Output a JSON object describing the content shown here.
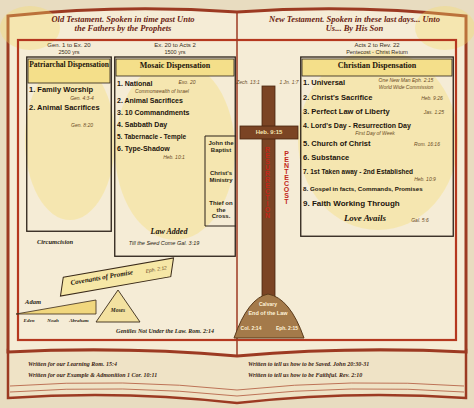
{
  "diagram": {
    "nodes": [
      {
        "text": [
          "Gen. 1 to Ex. 20",
          "2500 yrs",
          "Patriarchal Dispensation",
          "1. Family Worship",
          "Gen. 4:3-4",
          "2. Animal Sacrifices",
          "Gen. 8:20"
        ]
      },
      {
        "text": [
          "Ex. 20 to Acts 2",
          "1500 yrs",
          "Mosaic Dispensation",
          "1. National",
          "Exo. 20",
          "Commonwealth of Israel",
          "2. Animal Sacrifices",
          "3. 10 Commandments",
          "4. Sabbath Day",
          "5. Tabernacle - Temple",
          "6. Type-Shadow",
          "Heb. 10:1",
          "John the Baptist",
          "Christ's Ministry",
          "Thief on the Cross.",
          "Law Added",
          "Till the Seed Come Gal. 3:19"
        ]
      },
      {
        "text": [
          "Acts 2 to Rev. 22",
          "Pentecost - Christ Return",
          "Christian Dispensation",
          "1. Universal",
          "One New Man Eph. 2:15",
          "World Wide Commission",
          "2. Christ's Sacrifice",
          "Heb. 9:26",
          "3. Perfect Law of Liberty",
          "Jas. 1:25",
          "4. Lord's Day - Resurrection Day",
          "First Day of Week",
          "5. Church of Christ",
          "Rom. 16:16",
          "6. Substance",
          "7. 1st Taken away - 2nd Established",
          "Heb. 10:9",
          "8. Gospel in facts, Commands, Promises",
          "9. Faith Working Through",
          "Love Avails",
          "Gal. 5:6"
        ]
      },
      {
        "text": [
          "Covenants of Promise",
          "Eph. 2:12"
        ]
      }
    ],
    "labels": [
      "Old Testament. Spoken in time past Unto the Fathers by the Prophets",
      "New Testament. Spoken in these last days... Unto Us... By His Son",
      "Zech. 13:1",
      "Heb. 9:15",
      "1 Jn. 1:7",
      "RESURRECTION",
      "PENTECOST",
      "Calvary",
      "End of the Law",
      "Col. 2:14",
      "Eph. 2:15",
      "Circumcision",
      "Adam",
      "Eden",
      "Noah",
      "Abraham",
      "Moses",
      "Gentiles Not Under the Law. Rom. 2:14",
      "Written for our Learning Rom. 15:4",
      "Written for our Example & Admonition 1 Cor. 10:11",
      "Written to tell us how to be Saved. John 20:30-31",
      "Written to tell us how to be Faithful. Rev. 2:10"
    ]
  }
}
